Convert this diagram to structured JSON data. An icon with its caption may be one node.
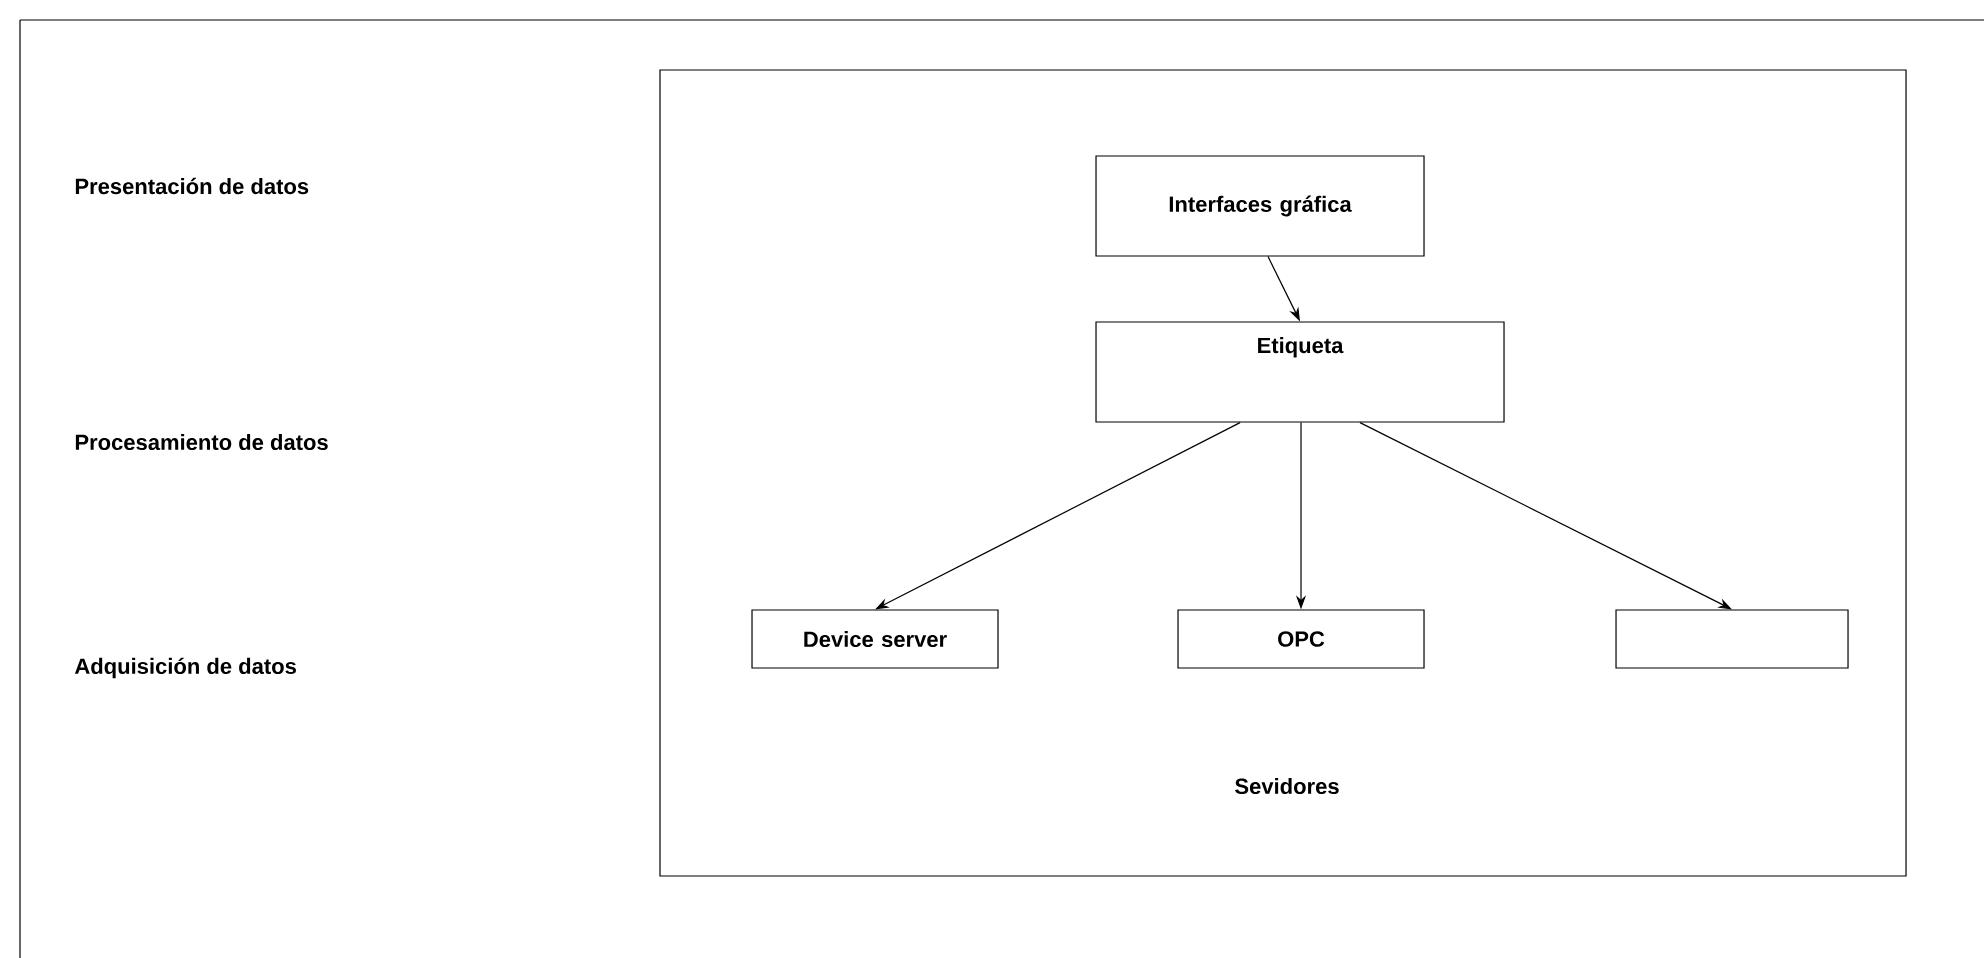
{
  "diagram": {
    "nodes": [
      {
        "text": [
          "Sevidores"
        ]
      },
      {
        "text": [
          "Interfaces gráfica"
        ],
        "in": 0
      },
      {
        "text": [
          "Etiqueta"
        ],
        "in": 0
      },
      {
        "text": [
          "Device server"
        ],
        "in": 0
      },
      {
        "text": [
          "OPC"
        ],
        "in": 0
      },
      {
        "text": [],
        "shape": "box",
        "in": 0
      }
    ],
    "edges": [
      {
        "from": 1,
        "to": 2,
        "arrow": "to"
      },
      {
        "from": 2,
        "to": 3,
        "arrow": "to"
      },
      {
        "from": 2,
        "to": 4,
        "arrow": "to"
      },
      {
        "from": 2,
        "to": 5,
        "arrow": "to"
      }
    ],
    "labels": [
      "Presentación de datos",
      "Procesamiento de datos",
      "Adquisición  de datos"
    ]
  }
}
